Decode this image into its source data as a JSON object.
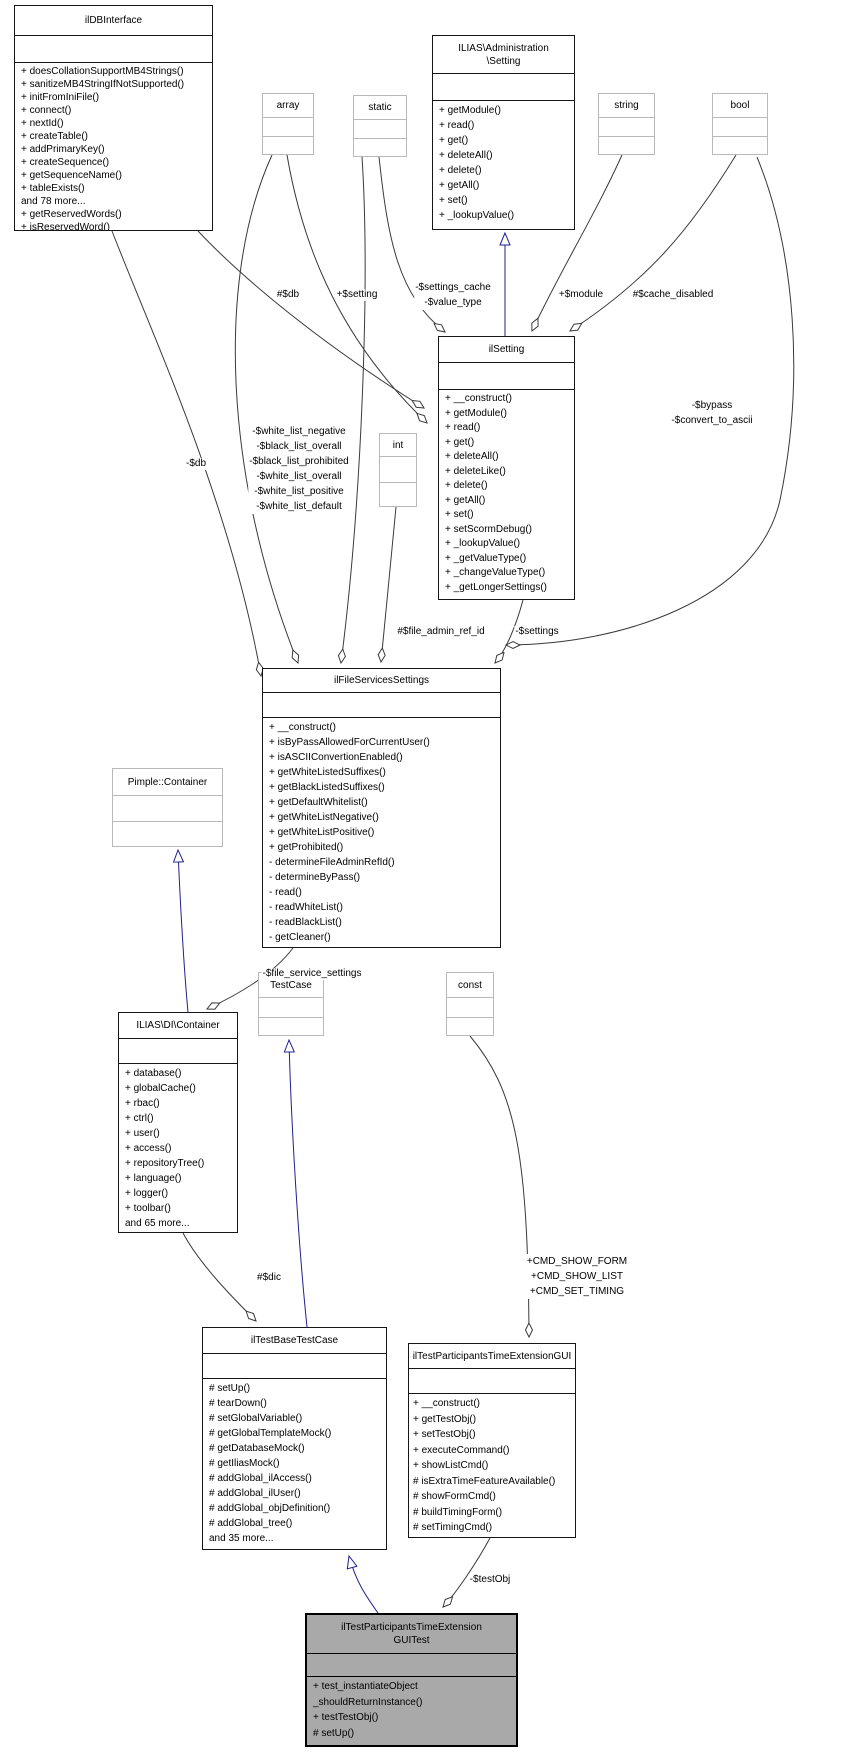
{
  "diagram": {
    "kind": "uml-collaboration-graph",
    "focus_class": "ilTestParticipantsTimeExtensionGUITest"
  },
  "colors": {
    "node_fill": "#ffffff",
    "node_border": "#161616",
    "type_node_border": "#b9b9b9",
    "selected_node_fill": "#a9a9a9",
    "aggregation_edge": "#3a3a3a",
    "inheritance_edge": "#1f1f8f"
  },
  "classes": {
    "ilDBInterface": {
      "title_lines": [
        "ilDBInterface"
      ],
      "methods": [
        "+ doesCollationSupportMB4Strings()",
        "+ sanitizeMB4StringIfNotSupported()",
        "+ initFromIniFile()",
        "+ connect()",
        "+ nextId()",
        "+ createTable()",
        "+ addPrimaryKey()",
        "+ createSequence()",
        "+ getSequenceName()",
        "+ tableExists()",
        "and 78 more...",
        "+ getReservedWords()",
        "+ isReservedWord()"
      ]
    },
    "AdminSetting": {
      "title_lines": [
        "ILIAS\\Administration",
        "\\Setting"
      ],
      "methods": [
        "+ getModule()",
        "+ read()",
        "+ get()",
        "+ deleteAll()",
        "+ delete()",
        "+ getAll()",
        "+ set()",
        "+ _lookupValue()"
      ]
    },
    "arrayType": {
      "title_lines": [
        "array"
      ]
    },
    "staticType": {
      "title_lines": [
        "static"
      ]
    },
    "stringType": {
      "title_lines": [
        "string"
      ]
    },
    "boolType": {
      "title_lines": [
        "bool"
      ]
    },
    "intType": {
      "title_lines": [
        "int"
      ]
    },
    "ilSetting": {
      "title_lines": [
        "ilSetting"
      ],
      "methods": [
        "+ __construct()",
        "+ getModule()",
        "+ read()",
        "+ get()",
        "+ deleteAll()",
        "+ deleteLike()",
        "+ delete()",
        "+ getAll()",
        "+ set()",
        "+ setScormDebug()",
        "+ _lookupValue()",
        "+ _getValueType()",
        "+ _changeValueType()",
        "+ _getLongerSettings()"
      ]
    },
    "ilFileServicesSettings": {
      "title_lines": [
        "ilFileServicesSettings"
      ],
      "methods": [
        "+ __construct()",
        "+ isByPassAllowedForCurrentUser()",
        "+ isASCIIConvertionEnabled()",
        "+ getWhiteListedSuffixes()",
        "+ getBlackListedSuffixes()",
        "+ getDefaultWhitelist()",
        "+ getWhiteListNegative()",
        "+ getWhiteListPositive()",
        "+ getProhibited()",
        "- determineFileAdminRefId()",
        "- determineByPass()",
        "- read()",
        "- readWhiteList()",
        "- readBlackList()",
        "- getCleaner()"
      ]
    },
    "PimpleContainer": {
      "title_lines": [
        "Pimple::Container"
      ]
    },
    "DIContainer": {
      "title_lines": [
        "ILIAS\\DI\\Container"
      ],
      "methods": [
        "+ database()",
        "+ globalCache()",
        "+ rbac()",
        "+ ctrl()",
        "+ user()",
        "+ access()",
        "+ repositoryTree()",
        "+ language()",
        "+ logger()",
        "+ toolbar()",
        "and 65 more..."
      ]
    },
    "TestCase": {
      "title_lines": [
        "TestCase"
      ]
    },
    "constType": {
      "title_lines": [
        "const"
      ]
    },
    "ilTestBaseTestCase": {
      "title_lines": [
        "ilTestBaseTestCase"
      ],
      "methods": [
        "# setUp()",
        "# tearDown()",
        "# setGlobalVariable()",
        "# getGlobalTemplateMock()",
        "# getDatabaseMock()",
        "# getIliasMock()",
        "# addGlobal_ilAccess()",
        "# addGlobal_ilUser()",
        "# addGlobal_objDefinition()",
        "# addGlobal_tree()",
        "and 35 more..."
      ]
    },
    "ilTestParticipantsTimeExtensionGUI": {
      "title_lines": [
        "ilTestParticipantsTimeExtensionGUI"
      ],
      "methods": [
        "+ __construct()",
        "+ getTestObj()",
        "+ setTestObj()",
        "+ executeCommand()",
        "+ showListCmd()",
        "# isExtraTimeFeatureAvailable()",
        "# showFormCmd()",
        "# buildTimingForm()",
        "# setTimingCmd()"
      ]
    },
    "GUITest": {
      "title_lines": [
        "ilTestParticipantsTimeExtension",
        "GUITest"
      ],
      "methods": [
        "+ test_instantiateObject",
        "_shouldReturnInstance()",
        "+ testTestObj()",
        "# setUp()"
      ]
    }
  },
  "edge_labels": {
    "db_setting": "#$db",
    "setting": "+$setting",
    "settings_cache_lines": [
      "-$settings_cache",
      "-$value_type"
    ],
    "module": "+$module",
    "cache_disabled": "#$cache_disabled",
    "db_fss": "-$db",
    "white_black_lines": [
      "-$white_list_negative",
      "-$black_list_overall",
      "-$black_list_prohibited",
      "-$white_list_overall",
      "-$white_list_positive",
      "-$white_list_default"
    ],
    "bypass_lines": [
      "-$bypass",
      "-$convert_to_ascii"
    ],
    "file_admin_ref_id": "#$file_admin_ref_id",
    "settings": "-$settings",
    "file_service_settings": "-$file_service_settings",
    "dic": "#$dic",
    "cmd_lines": [
      "+CMD_SHOW_FORM",
      "+CMD_SHOW_LIST",
      "+CMD_SET_TIMING"
    ],
    "testObj": "-$testObj"
  }
}
